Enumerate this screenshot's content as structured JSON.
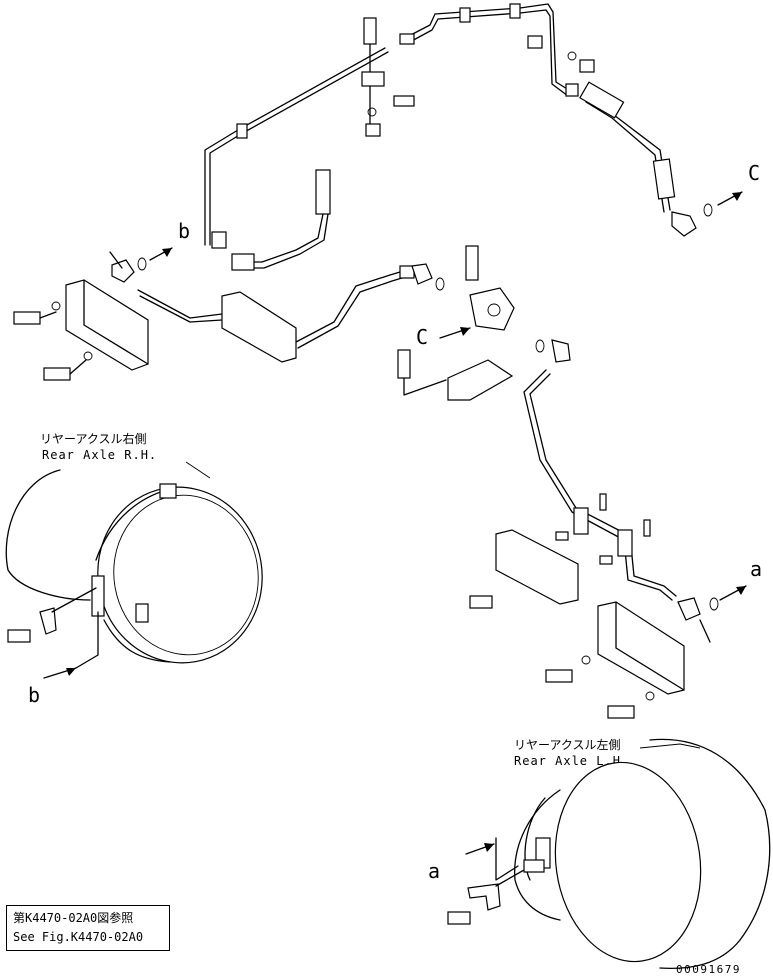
{
  "labels": {
    "rear_axle_rh_jp": "リヤーアクスル右側",
    "rear_axle_rh_en": "Rear Axle R.H.",
    "rear_axle_lh_jp": "リヤーアクスル左側",
    "rear_axle_lh_en": "Rear Axle L.H.",
    "marker_a": "a",
    "marker_b": "b",
    "marker_c": "C"
  },
  "note": {
    "line_jp": "第K4470-02A0図参照",
    "line_en": "See Fig.K4470-02A0"
  },
  "document_number": "00091679"
}
